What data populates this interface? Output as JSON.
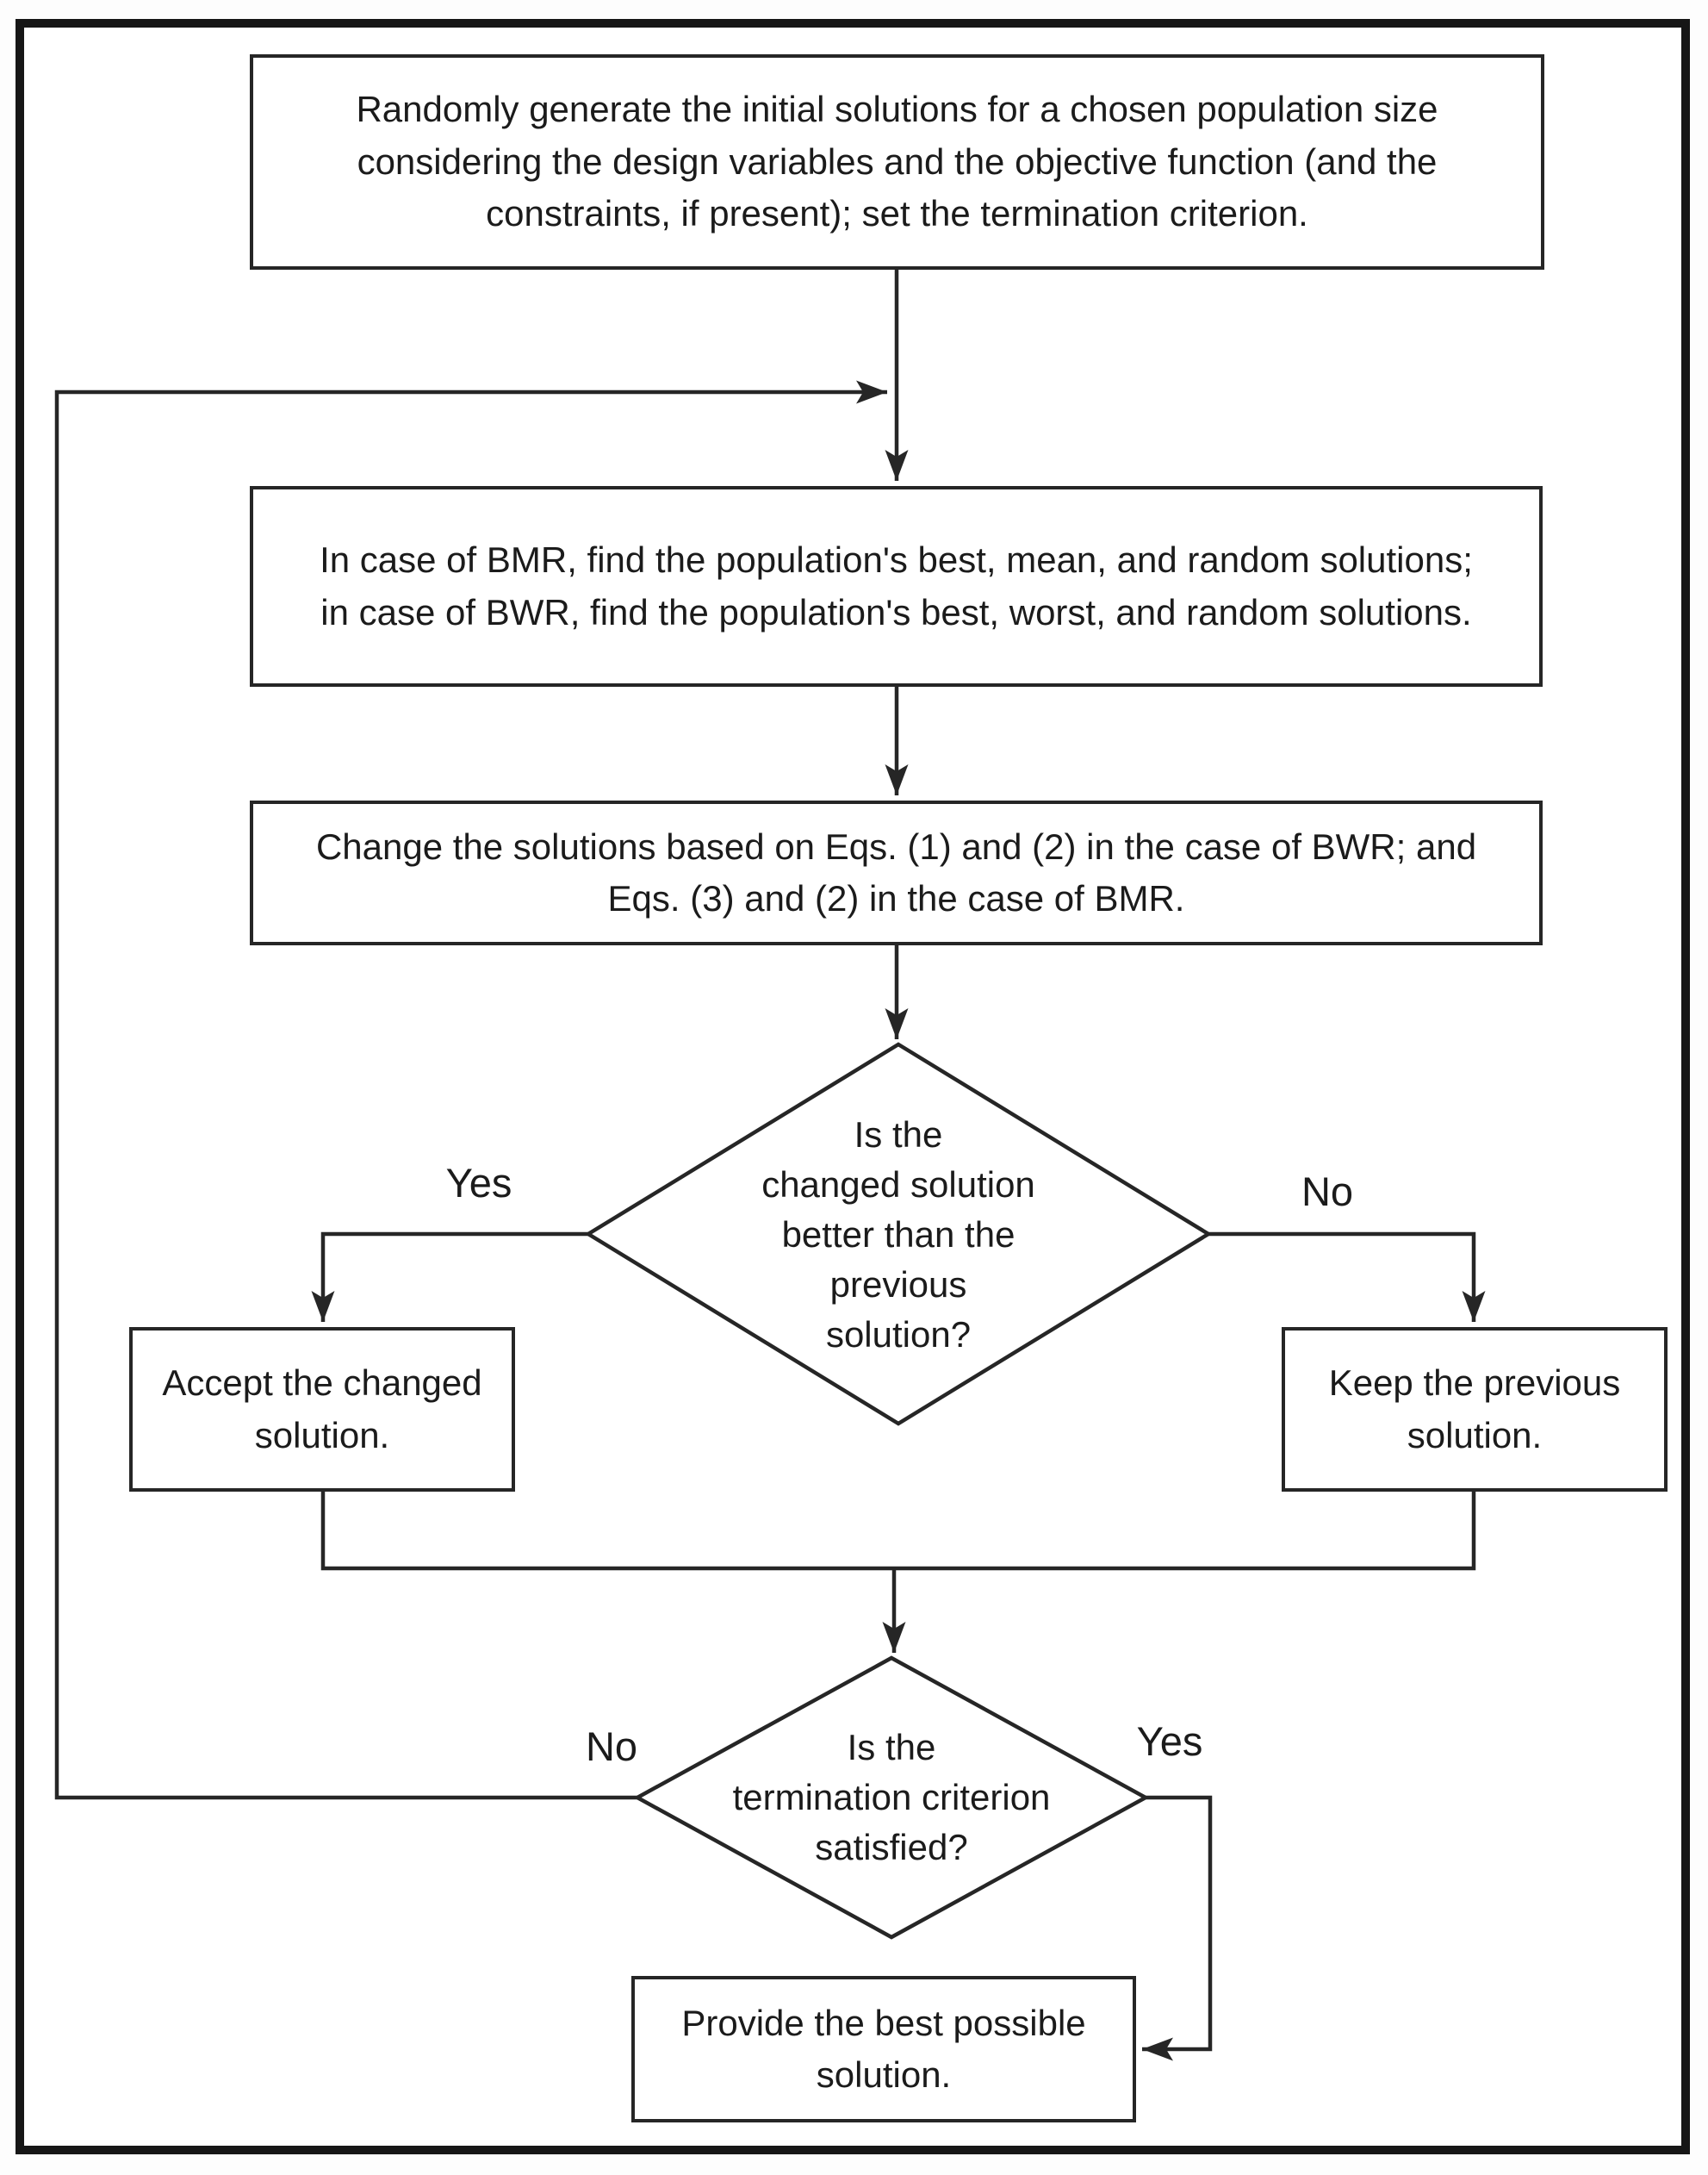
{
  "flowchart": {
    "nodes": {
      "start": {
        "text": "Randomly generate the initial solutions for a chosen population size\nconsidering the design variables and the objective function (and the\nconstraints, if present); set the termination criterion."
      },
      "find_solutions": {
        "text": "In case of BMR, find the population's best, mean, and random solutions;\nin case of BWR, find the population's best, worst, and random solutions."
      },
      "change_solutions": {
        "text": "Change the solutions based on Eqs. (1) and (2) in the case of BWR; and\nEqs. (3) and (2) in the case of BMR."
      },
      "decision_better": {
        "text": "Is the\nchanged solution\nbetter than the\nprevious\nsolution?"
      },
      "accept": {
        "text": "Accept the changed\nsolution."
      },
      "keep": {
        "text": "Keep the previous\nsolution."
      },
      "decision_termination": {
        "text": "Is the\ntermination criterion\nsatisfied?"
      },
      "provide": {
        "text": "Provide the best possible\nsolution."
      }
    },
    "edge_labels": {
      "better_yes": "Yes",
      "better_no": "No",
      "termination_no": "No",
      "termination_yes": "Yes"
    },
    "colors": {
      "line": "#262626",
      "box_border": "#262626",
      "text": "#1b1b1b",
      "background": "#ffffff"
    }
  }
}
